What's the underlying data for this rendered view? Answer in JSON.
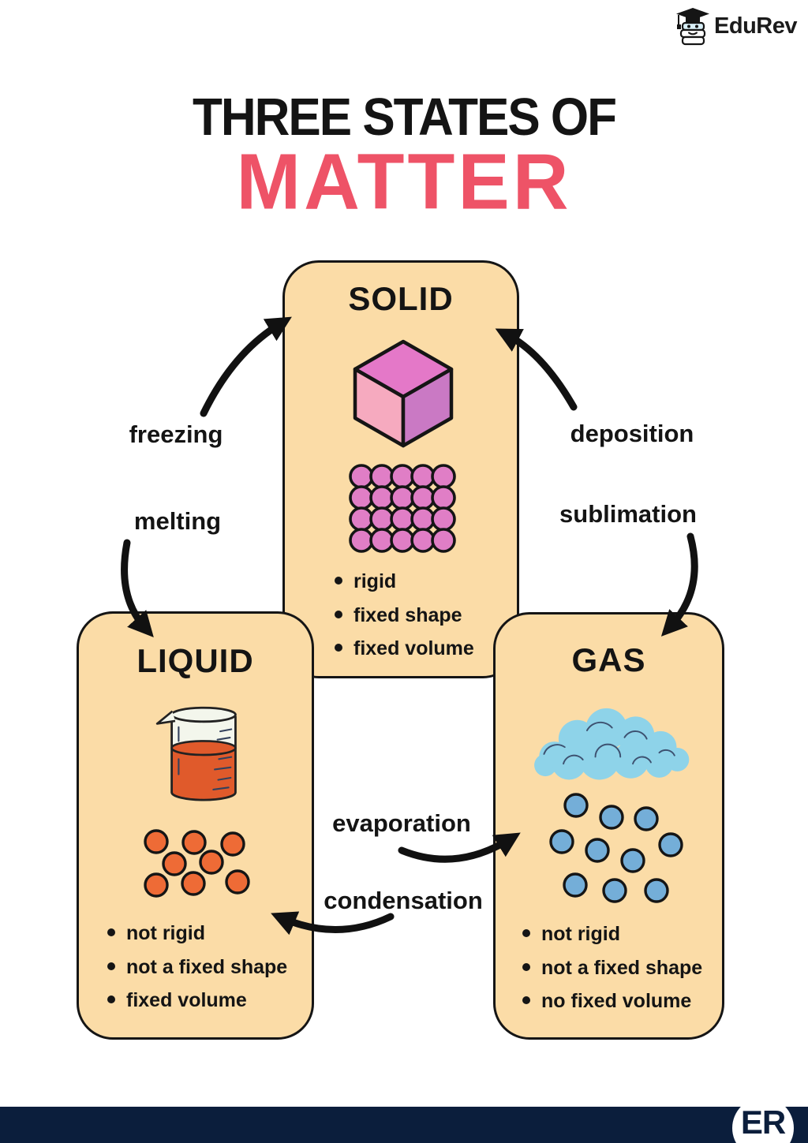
{
  "brand": {
    "logo_label": "EduRev",
    "logo_icon": "edurev-books-graduation-cap-icon",
    "footer_badge_label": "ER"
  },
  "title": {
    "line1": "THREE STATES OF",
    "line2": "MATTER"
  },
  "cards": {
    "solid": {
      "title": "SOLID",
      "illustration": "pink-isometric-cube",
      "particle_pattern": "20 pink circles in a tight 5x4 grid",
      "bullets": [
        "rigid",
        "fixed shape",
        "fixed volume"
      ]
    },
    "liquid": {
      "title": "LIQUID",
      "illustration": "beaker-with-orange-liquid",
      "particle_pattern": "8 orange circles loosely grouped",
      "bullets": [
        "not rigid",
        "not a fixed shape",
        "fixed volume"
      ]
    },
    "gas": {
      "title": "GAS",
      "illustration": "blue-cloud",
      "particle_pattern": "10 blue circles widely scattered",
      "bullets": [
        "not rigid",
        "not a fixed shape",
        "no fixed volume"
      ]
    }
  },
  "transitions": {
    "freezing": {
      "label": "freezing",
      "from": "liquid",
      "to": "solid"
    },
    "melting": {
      "label": "melting",
      "from": "solid",
      "to": "liquid"
    },
    "deposition": {
      "label": "deposition",
      "from": "gas",
      "to": "solid"
    },
    "sublimation": {
      "label": "sublimation",
      "from": "solid",
      "to": "gas"
    },
    "evaporation": {
      "label": "evaporation",
      "from": "liquid",
      "to": "gas"
    },
    "condensation": {
      "label": "condensation",
      "from": "gas",
      "to": "liquid"
    }
  },
  "colors": {
    "card_bg": "#fbdca7",
    "outline": "#151515",
    "title_text": "#141414",
    "title_accent": "#ee5367",
    "cube_top": "#e478c8",
    "cube_left": "#f6aabf",
    "cube_right": "#ca79c4",
    "solid_particle": "#e07ec6",
    "beaker_glass": "#f3f6ec",
    "beaker_liquid": "#e05a2b",
    "liquid_particle": "#ee6b36",
    "cloud": "#8ed3e9",
    "gas_particle": "#74aed8",
    "footer_bar": "#0b1e3c",
    "badge_bg": "#ffffff"
  }
}
